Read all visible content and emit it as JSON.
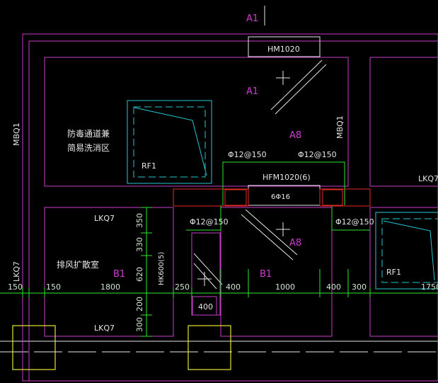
{
  "axis_labels": {
    "top": "A1",
    "upper": "A1",
    "middle": "A8",
    "lower": "A8",
    "b1_left": "B1",
    "b1_mid": "B1"
  },
  "doors": {
    "hm1020": "HM1020",
    "hfm1020": "HFM1020(6)",
    "hk600": "HK600(5)"
  },
  "walls": {
    "mbq1_left": "MBQ1",
    "mbq1_mid": "MBQ1",
    "lkq7_top": "LKQ7",
    "lkq7_bottom": "LKQ7",
    "lkq7_left": "LKQ7",
    "lkq7_right": "LKQ7"
  },
  "rooms": {
    "decon_line1": "防毒通道兼",
    "decon_line2": "简易洗消区",
    "exhaust_room": "排风扩散室"
  },
  "rebar": {
    "r1": "Φ12@150",
    "r2": "Φ12@150",
    "r3": "Φ12@150",
    "r4": "Φ12@150",
    "beam": "6Φ16"
  },
  "rf": {
    "rf1_upper": "RF1",
    "rf1_right": "RF1"
  },
  "dims_horizontal": [
    "150",
    "150",
    "1800",
    "250",
    "400",
    "1000",
    "400",
    "300",
    "1750"
  ],
  "dims_vertical": [
    "350",
    "330",
    "620",
    "200",
    "300"
  ],
  "dim_small": "400",
  "colors": {
    "background": "#000000",
    "magenta": "#c83cc8",
    "green": "#2ee62e",
    "cyan": "#23c8d2",
    "red": "#e62a2a",
    "yellow": "#e6e632",
    "white": "#e6e6e6"
  }
}
